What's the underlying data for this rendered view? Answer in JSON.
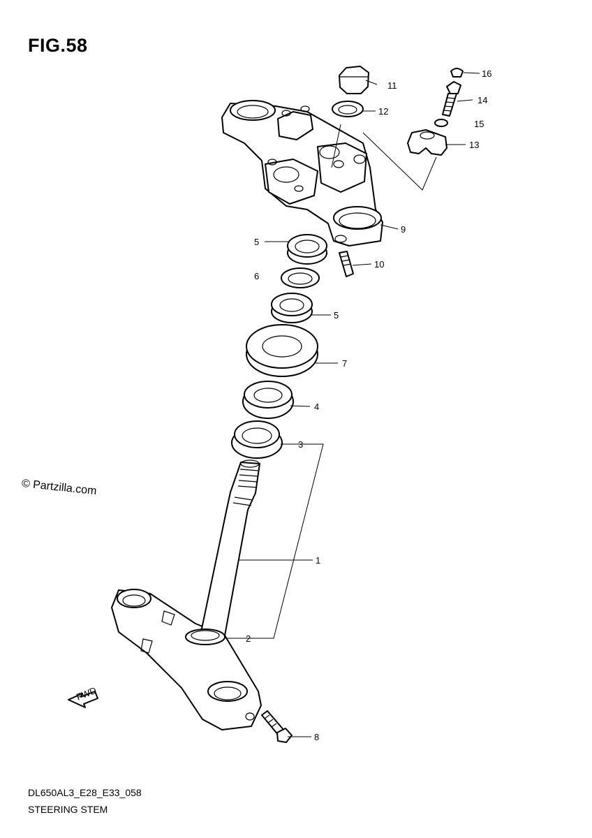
{
  "figure": {
    "title": "FIG.58"
  },
  "watermark": "© Partzilla.com",
  "footer": {
    "model_code": "DL650AL3_E28_E33_058",
    "section_name": "STEERING STEM"
  },
  "callouts": {
    "c1": "1",
    "c2": "2",
    "c3": "3",
    "c4": "4",
    "c5a": "5",
    "c5b": "5",
    "c6": "6",
    "c7": "7",
    "c8": "8",
    "c9": "9",
    "c10": "10",
    "c11": "11",
    "c12": "12",
    "c13": "13",
    "c14": "14",
    "c15": "15",
    "c16": "16"
  },
  "fwd_arrow": {
    "label": "FWD",
    "icon": "arrow-icon"
  }
}
